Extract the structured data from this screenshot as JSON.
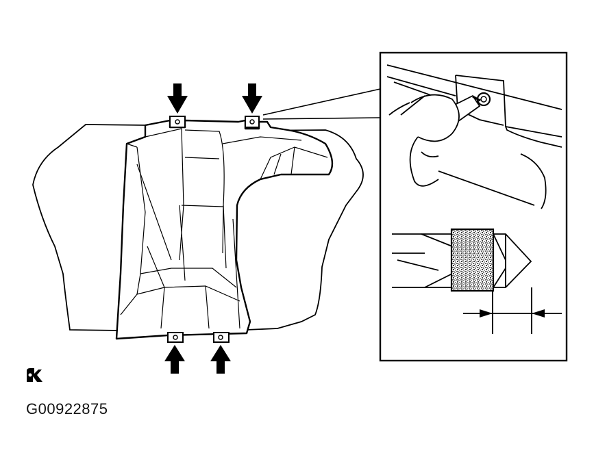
{
  "figure": {
    "reference_code": "G00922875",
    "arrow_count_top": 2,
    "arrow_count_bottom": 2,
    "colors": {
      "line": "#000000",
      "fill": "#ffffff",
      "speckle": "#000000"
    }
  }
}
